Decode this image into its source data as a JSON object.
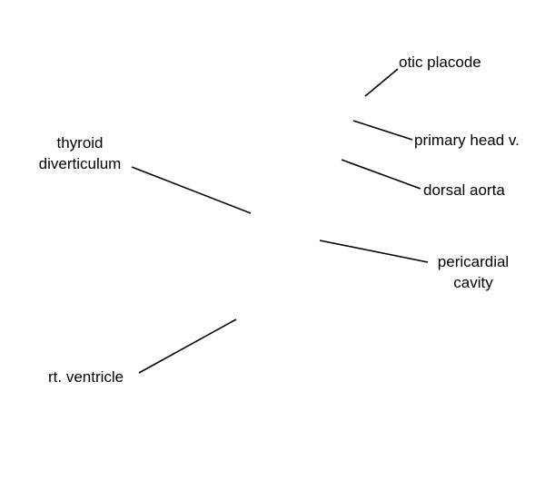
{
  "labels": {
    "otic_placode": "otic placode",
    "primary_head_vein": "primary head v.",
    "dorsal_aorta": "dorsal aorta",
    "thyroid_diverticulum_line1": "thyroid",
    "thyroid_diverticulum_line2": "diverticulum",
    "pericardial_cavity_line1": "pericardial",
    "pericardial_cavity_line2": "cavity",
    "rt_ventricle": "rt. ventricle"
  }
}
